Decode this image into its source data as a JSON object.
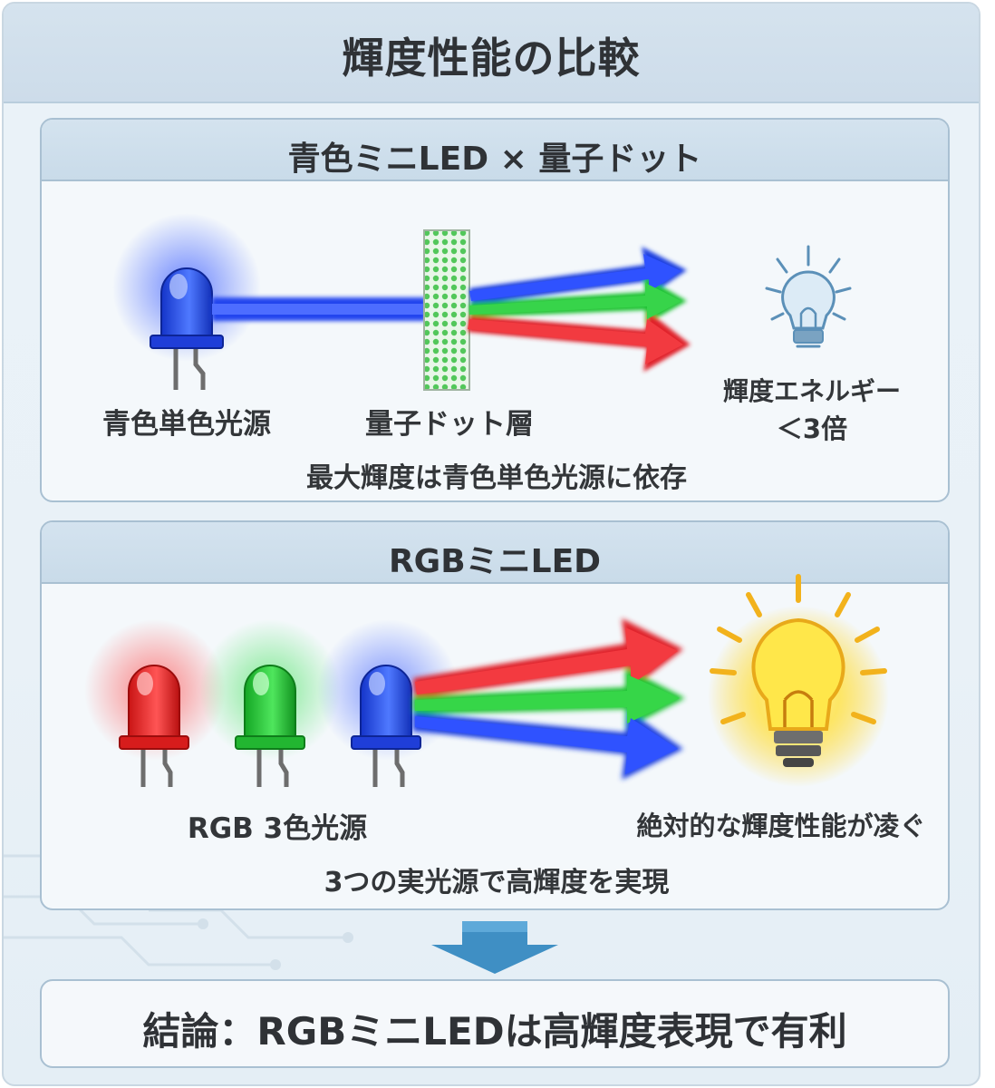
{
  "title": "輝度性能の比較",
  "panel_top": {
    "title": "青色ミニLED × 量子ドット",
    "source_label": "青色単色光源",
    "qd_label": "量子ドット層",
    "energy_label_line1": "輝度エネルギー",
    "energy_label_line2": "＜3倍",
    "caption": "最大輝度は青色単色光源に依存"
  },
  "panel_bottom": {
    "title": "RGBミニLED",
    "source_label": "RGB 3色光源",
    "result_label": "絶対的な輝度性能が凌ぐ",
    "caption": "3つの実光源で高輝度を実現"
  },
  "conclusion": "結論：RGBミニLEDは高輝度表現で有利",
  "colors": {
    "blue": "#1f3fe0",
    "green": "#1fc232",
    "red": "#e0202a",
    "bulb_glow": "#ffd21a",
    "arrow_down": "#3f8fc4"
  },
  "icons": [
    "led-blue-icon",
    "led-red-icon",
    "led-green-icon",
    "quantum-dot-layer-icon",
    "dim-bulb-icon",
    "bright-bulb-icon",
    "down-arrow-icon"
  ]
}
